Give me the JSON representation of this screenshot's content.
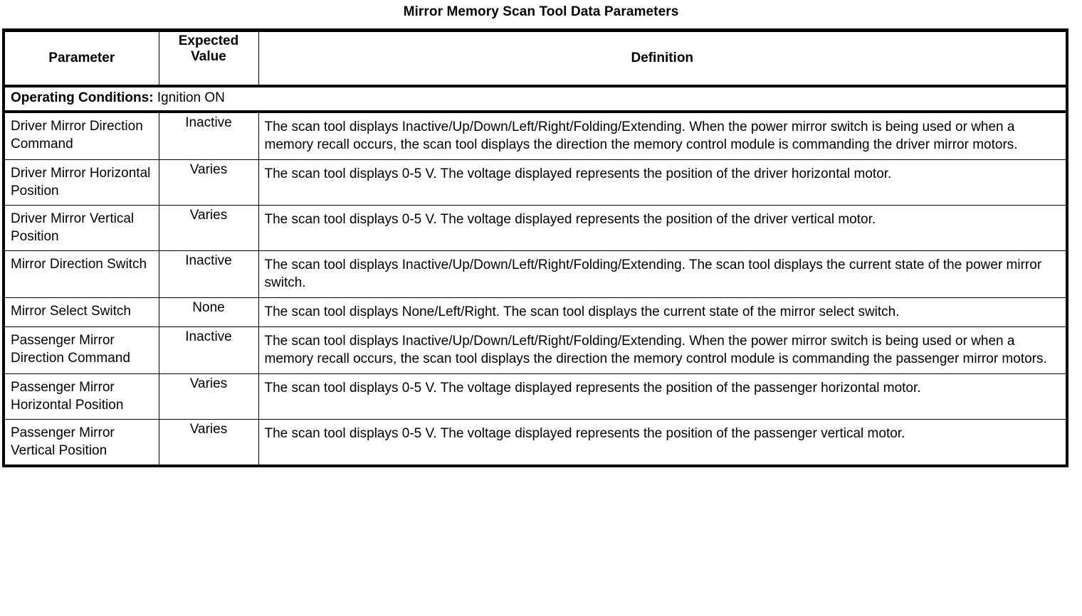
{
  "document": {
    "title": "Mirror Memory Scan Tool Data Parameters"
  },
  "table": {
    "headers": {
      "parameter": "Parameter",
      "expected_value": "Expected\nValue",
      "expected_value_line1": "Expected",
      "expected_value_line2": "Value",
      "definition": "Definition"
    },
    "operating_conditions": {
      "label": "Operating Conditions:",
      "value": "Ignition ON"
    },
    "rows": [
      {
        "parameter": "Driver Mirror Direction Command",
        "expected_value": "Inactive",
        "definition": "The scan tool displays Inactive/Up/Down/Left/Right/Folding/Extending. When the power mirror switch is being used or when a memory recall occurs, the scan tool displays the direction the memory control module is commanding the driver mirror motors."
      },
      {
        "parameter": "Driver Mirror Horizontal Position",
        "expected_value": "Varies",
        "definition": "The scan tool displays 0-5 V. The voltage displayed represents the position of the driver horizontal motor."
      },
      {
        "parameter": "Driver Mirror Vertical Position",
        "expected_value": "Varies",
        "definition": "The scan tool displays 0-5 V. The voltage displayed represents the position of the driver vertical motor."
      },
      {
        "parameter": "Mirror Direction Switch",
        "expected_value": "Inactive",
        "definition": "The scan tool displays Inactive/Up/Down/Left/Right/Folding/Extending. The scan tool displays the current state of the power mirror switch."
      },
      {
        "parameter": "Mirror Select Switch",
        "expected_value": "None",
        "definition": "The scan tool displays None/Left/Right. The scan tool displays the current state of the mirror select switch."
      },
      {
        "parameter": "Passenger Mirror Direction Command",
        "expected_value": "Inactive",
        "definition": "The scan tool displays Inactive/Up/Down/Left/Right/Folding/Extending. When the power mirror switch is being used or when a memory recall occurs, the scan tool displays the direction the memory control module is commanding the passenger mirror motors."
      },
      {
        "parameter": "Passenger Mirror Horizontal Position",
        "expected_value": "Varies",
        "definition": "The scan tool displays 0-5 V. The voltage displayed represents the position of the passenger horizontal motor."
      },
      {
        "parameter": "Passenger Mirror Vertical Position",
        "expected_value": "Varies",
        "definition": "The scan tool displays 0-5 V. The voltage displayed represents the position of the passenger vertical motor."
      }
    ]
  },
  "colors": {
    "text": "#000000",
    "background": "#ffffff",
    "border": "#000000"
  }
}
